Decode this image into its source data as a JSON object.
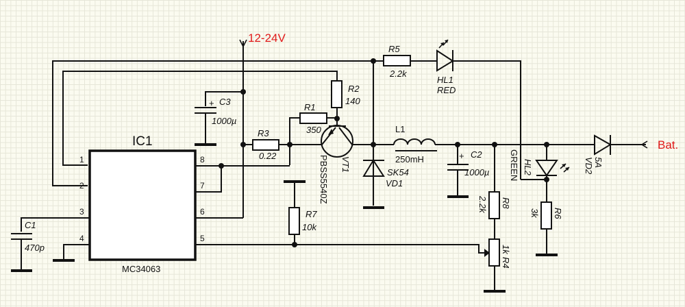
{
  "diagram": {
    "type": "electronic schematic",
    "title": "",
    "supply_label": "12-24V",
    "output_label": "Bat.",
    "colors": {
      "wire": "#111111",
      "background": "#fbfbf0",
      "grid": "#e6e6d8",
      "terminal_label": "#e01a1a"
    },
    "ic": {
      "ref": "IC1",
      "part": "MC34063",
      "pins": [
        "1",
        "2",
        "3",
        "4",
        "5",
        "6",
        "7",
        "8"
      ]
    },
    "components": {
      "C1": {
        "ref": "C1",
        "value": "470p"
      },
      "C2": {
        "ref": "C2",
        "value": "1000µ"
      },
      "C3": {
        "ref": "C3",
        "value": "1000µ"
      },
      "R1": {
        "ref": "R1",
        "value": "350"
      },
      "R2": {
        "ref": "R2",
        "value": "140"
      },
      "R3": {
        "ref": "R3",
        "value": "0.22"
      },
      "R4": {
        "ref": "R4",
        "value": "1k"
      },
      "R5": {
        "ref": "R5",
        "value": "2.2k"
      },
      "R6": {
        "ref": "R6",
        "value": "3k"
      },
      "R7": {
        "ref": "R7",
        "value": "10k"
      },
      "R8": {
        "ref": "R8",
        "value": "2.2k"
      },
      "L1": {
        "ref": "L1",
        "value": "250mH"
      },
      "VT1": {
        "ref": "VT1",
        "value": "PBSS5540Z"
      },
      "VD1": {
        "ref": "VD1",
        "value": "SK54"
      },
      "VD2": {
        "ref": "VD2",
        "value": "5A"
      },
      "HL1": {
        "ref": "HL1",
        "value": "RED"
      },
      "HL2": {
        "ref": "HL2",
        "value": "GREEN"
      }
    },
    "polarity_mark": "+"
  }
}
